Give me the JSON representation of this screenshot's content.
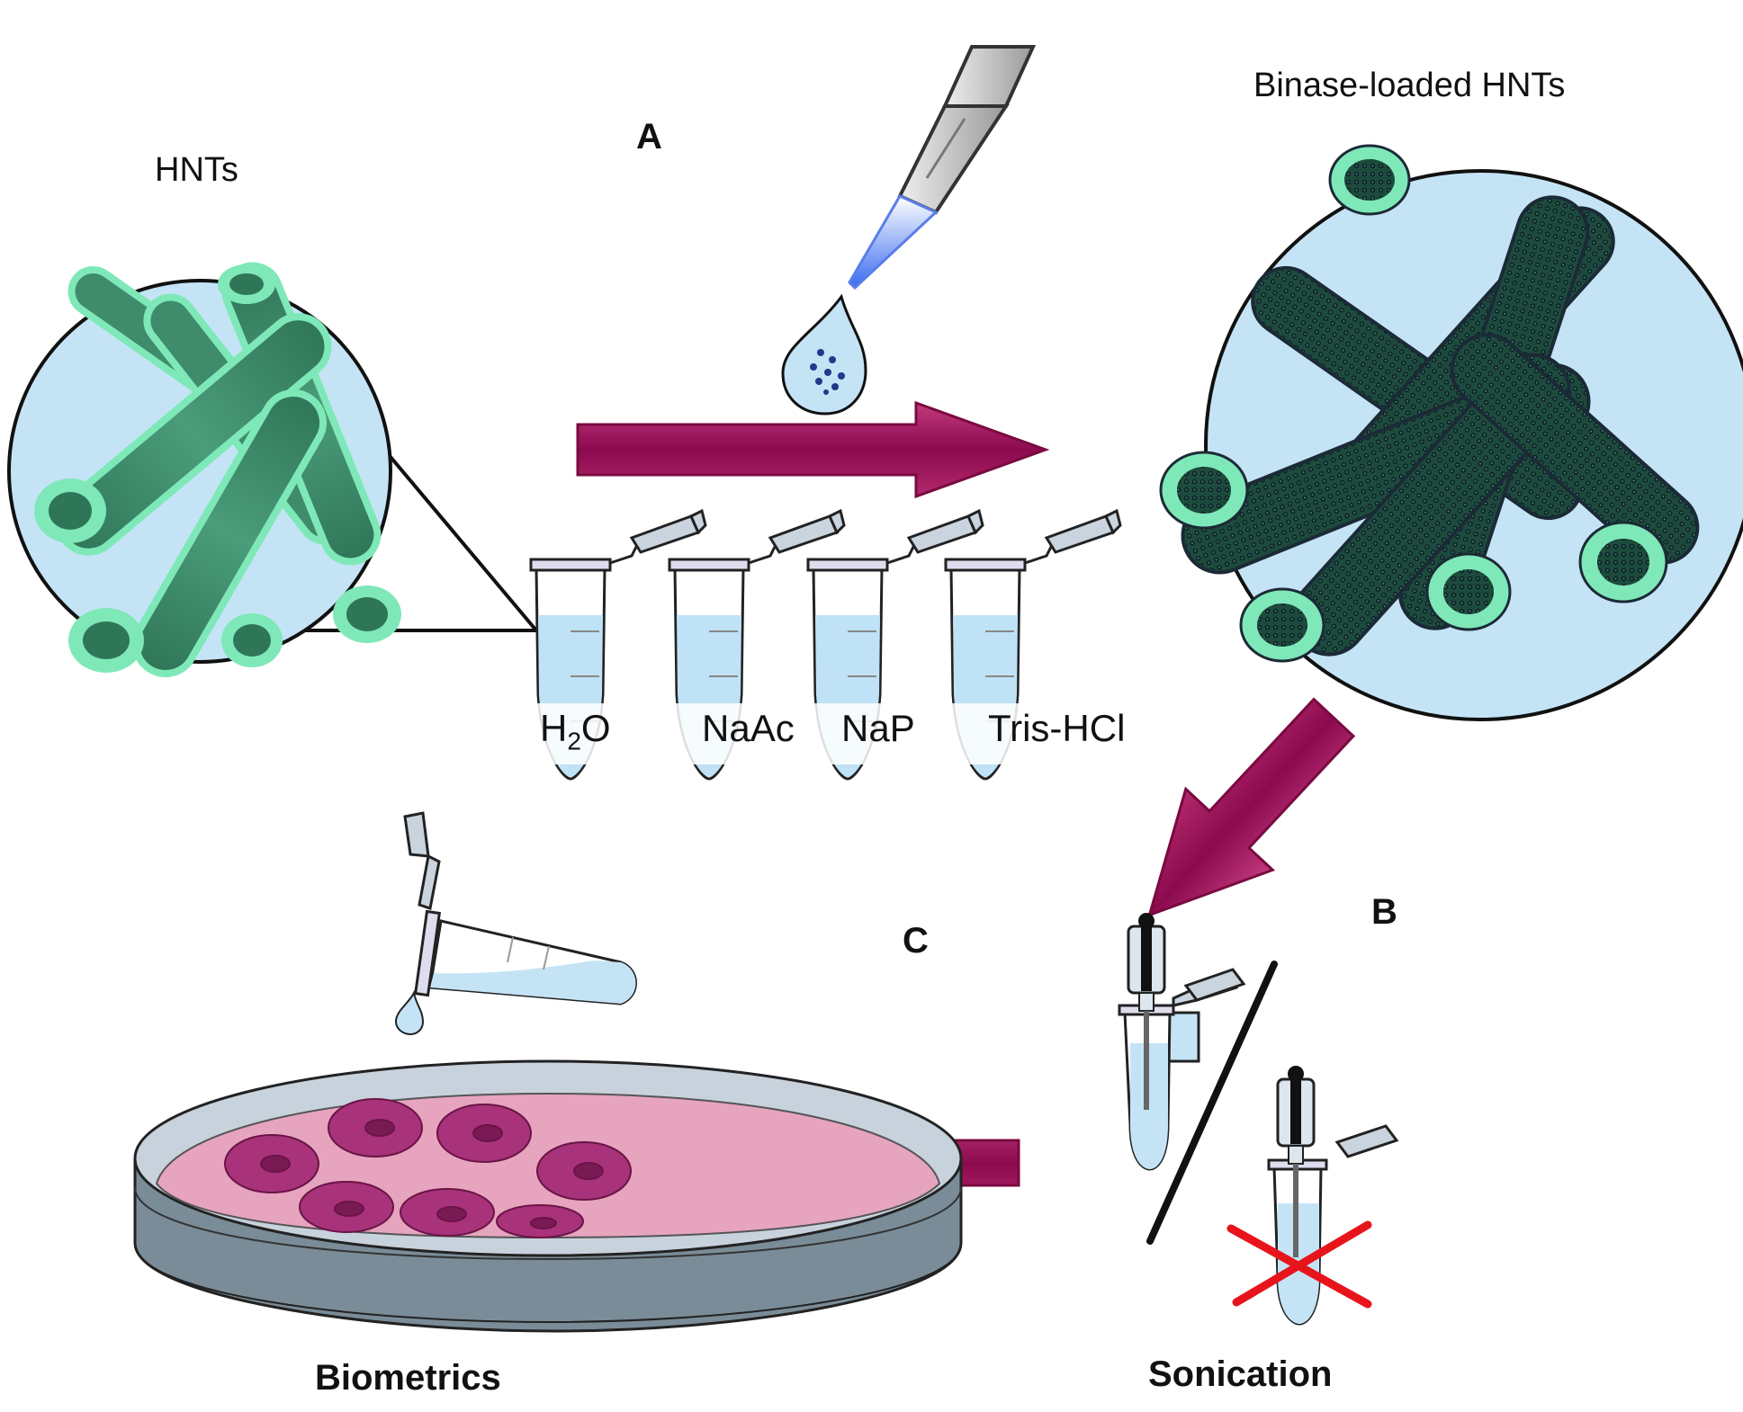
{
  "labels": {
    "hnts": "HNTs",
    "binase_loaded": "Binase-loaded HNTs",
    "step_a": "A",
    "step_b": "B",
    "step_c": "C",
    "biometrics": "Biometrics",
    "sonication": "Sonication"
  },
  "buffers": [
    {
      "pre": "H",
      "sub": "2",
      "post": "O"
    },
    {
      "pre": "NaAc",
      "sub": "",
      "post": ""
    },
    {
      "pre": "NaP",
      "sub": "",
      "post": ""
    },
    {
      "pre": "Tris-HCl",
      "sub": "",
      "post": ""
    }
  ],
  "colors": {
    "arrow": "#a0105a",
    "arrow_light": "#d45a96",
    "tube_green": "#3e8c6c",
    "tube_rim": "#7fe8b8",
    "circle_fill": "#c4e4f6",
    "liquid": "#bfe2f6",
    "dish_media": "#e6a4bf",
    "cell": "#a8337a",
    "cross": "#e8141c"
  },
  "icons": [
    "pipette-icon",
    "droplet-icon",
    "eppendorf-tube-icon",
    "sonicator-probe-icon",
    "petri-dish-icon",
    "cross-icon"
  ]
}
